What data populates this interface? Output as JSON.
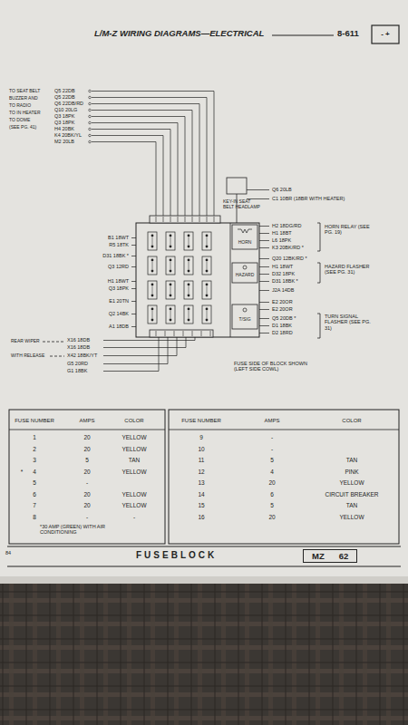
{
  "diagram": {
    "nodes": [
      {
        "text": [
          "MZ",
          "62"
        ]
      }
    ],
    "labels": [
      "L/M-Z WIRING DIAGRAMS—ELECTRICAL",
      "8-611",
      "- +",
      "TO SEAT BELT",
      "BUZZER AND",
      "TO RADIO",
      "TO IN HEATER",
      "TO DOME",
      "(SEE PG. 41)",
      "Q5 22DB",
      "Q5 22DB",
      "Q6 22DB/RD",
      "Q10 20LG",
      "Q3 18PK",
      "Q3 18PK",
      "H4 20BK",
      "K4 20BK/YL",
      "M2 20LB",
      "KEY-IN SEAT BELT HEADLAMP",
      "Q6 20LB",
      "C1 10BR (18BR WITH HEATER)",
      "H2 18DG/RD",
      "H1 18BT",
      "L6 18PK",
      "K3 20BK/RD *",
      "HORN RELAY (SEE PG. 19)",
      "Q20 12BK/RD *",
      "H1 18WT",
      "D32 18PK",
      "HAZARD FLASHER (SEE PG. 31)",
      "D31 18BK *",
      "J2A 14DB",
      "E2 20OR",
      "E2 20OR",
      "Q5 20DB *",
      "D1 18BK",
      "D2 18RD",
      "TURN SIGNAL FLASHER (SEE PG. 31)",
      "HORN",
      "HAZARD",
      "T/SIG",
      "B1 18WT",
      "R5 18TK",
      "D31 18BK *",
      "Q3 12RD",
      "H1 18WT",
      "Q3 18PK",
      "E1 20TN",
      "Q2 14BK",
      "A1 18DB",
      "REAR WIPER",
      "X16 18DB",
      "X16 18DB",
      "WITH RELEASE",
      "X42 18BK/YT",
      "G5 20RD",
      "G1 18BK",
      "FUSE SIDE OF BLOCK SHOWN (LEFT SIDE COWL)",
      "FUSE NUMBER",
      "AMPS",
      "COLOR",
      "1",
      "20",
      "YELLOW",
      "2",
      "20",
      "YELLOW",
      "3",
      "5",
      "TAN",
      "*",
      "4",
      "20",
      "YELLOW",
      "5",
      "-",
      "6",
      "20",
      "YELLOW",
      "7",
      "20",
      "YELLOW",
      "8",
      "-",
      "-",
      "*30 AMP (GREEN) WITH AIR CONDITIONING",
      "FUSE NUMBER",
      "AMPS",
      "COLOR",
      "9",
      "-",
      "10",
      "-",
      "11",
      "5",
      "TAN",
      "12",
      "4",
      "PINK",
      "13",
      "20",
      "YELLOW",
      "14",
      "6",
      "CIRCUIT BREAKER",
      "15",
      "5",
      "TAN",
      "16",
      "20",
      "YELLOW",
      "FUSEBLOCK",
      "84"
    ]
  }
}
